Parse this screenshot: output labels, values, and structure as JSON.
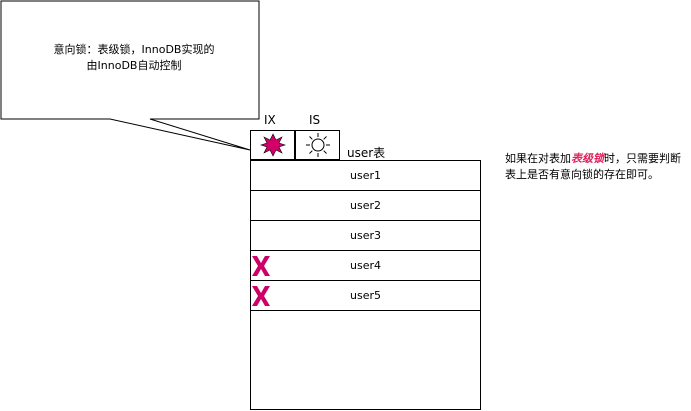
{
  "callout": {
    "line1": "意向锁：表级锁，InnoDB实现的",
    "line2": "由InnoDB自动控制"
  },
  "locks": [
    {
      "label": "IX",
      "icon": "filled-star-burst",
      "color": "#d4006a"
    },
    {
      "label": "IS",
      "icon": "outline-sun",
      "color": "#000000"
    }
  ],
  "table": {
    "name": "user表",
    "rows": [
      {
        "label": "user1",
        "marked": false
      },
      {
        "label": "user2",
        "marked": false
      },
      {
        "label": "user3",
        "marked": false
      },
      {
        "label": "user4",
        "marked": true
      },
      {
        "label": "user5",
        "marked": true
      }
    ],
    "mark_color": "#cc0066"
  },
  "note": {
    "before": "如果在对表加",
    "emphasis": "表级锁",
    "after": "时，只需要判断表上是否有意向锁的存在即可。",
    "emphasis_color": "#e0245e"
  }
}
